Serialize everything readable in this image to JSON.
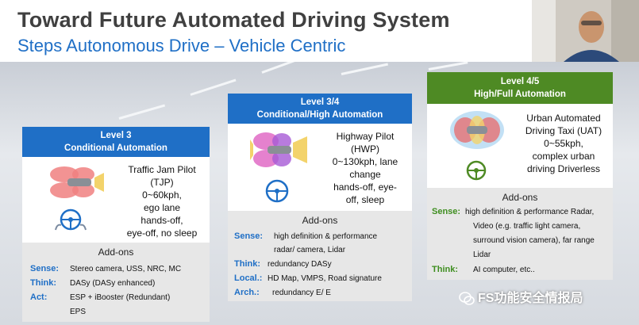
{
  "header": {
    "title": "Toward Future Automated Driving System",
    "subtitle": "Steps Autonomous Drive – Vehicle Centric"
  },
  "colors": {
    "blue": "#1f6fc6",
    "green": "#4e8a24",
    "addons_bg": "#e7e7e7",
    "label_green": "#3e8e1f"
  },
  "icons": [
    "car-sensor-icon",
    "steering-wheel-icon",
    "autonomy-wheel-icon",
    "wechat-icon"
  ],
  "level3": {
    "head_line1": "Level 3",
    "head_line2": "Conditional Automation",
    "desc": [
      "Traffic Jam Pilot",
      "(TJP)",
      "0~60kph,",
      "ego lane",
      "hands-off,",
      "eye-off, no sleep"
    ],
    "addons_title": "Add-ons",
    "rows": [
      {
        "label": "Sense:",
        "value": "Stereo camera, USS, NRC, MC"
      },
      {
        "label": "Think:",
        "value": "DASy (DASy enhanced)"
      },
      {
        "label": "Act:",
        "value": "ESP + iBooster (Redundant)",
        "value2": "EPS"
      }
    ]
  },
  "level34": {
    "head_line1": "Level 3/4",
    "head_line2": "Conditional/High Automation",
    "desc": [
      "Highway Pilot",
      "(HWP)",
      "0~130kph, lane",
      "change",
      "hands-off, eye-",
      "off, sleep"
    ],
    "addons_title": "Add-ons",
    "rows": [
      {
        "label": "Sense:",
        "value": "high definition & performance",
        "value2": "radar/ camera, Lidar"
      },
      {
        "label": "Think:",
        "value": "redundancy DASy"
      },
      {
        "label": "Local.:",
        "value": "HD Map, VMPS, Road signature"
      },
      {
        "label": "Arch.:",
        "value": "redundancy  E/ E"
      }
    ]
  },
  "level45": {
    "head_line1": "Level 4/5",
    "head_line2": "High/Full Automation",
    "desc": [
      "Urban Automated",
      "Driving Taxi (UAT)",
      "0~55kph,",
      "complex urban",
      "driving Driverless"
    ],
    "addons_title": "Add-ons",
    "rows": [
      {
        "label": "Sense:",
        "value": "high definition & performance Radar,",
        "value2": "Video (e.g. traffic light camera,",
        "value3": "surround vision camera), far range",
        "value4": "Lidar"
      },
      {
        "label": "Think:",
        "value": "AI computer, etc.."
      }
    ]
  },
  "watermark": "FS功能安全情报局"
}
